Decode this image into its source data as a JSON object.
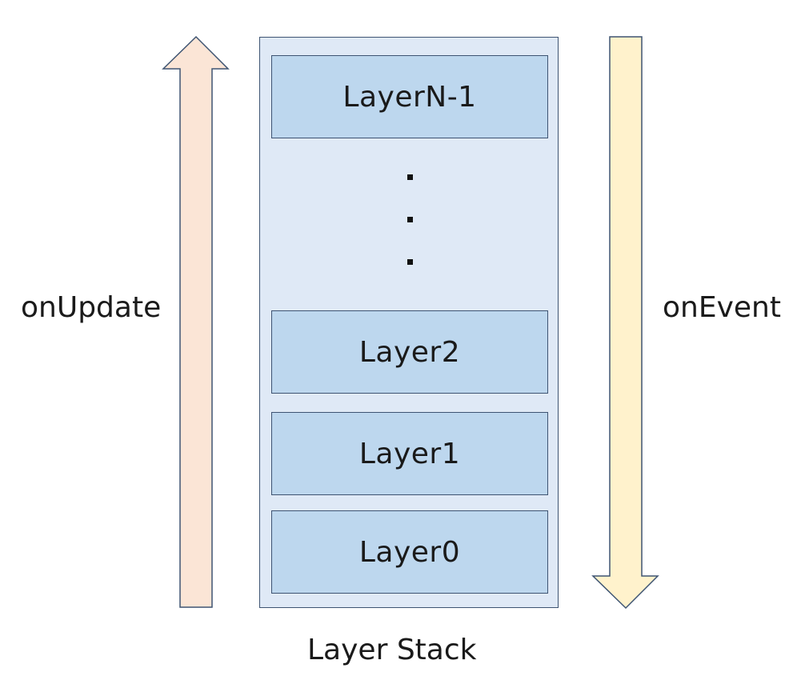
{
  "diagram": {
    "left_arrow_label": "onUpdate",
    "right_arrow_label": "onEvent",
    "stack_caption": "Layer Stack",
    "layers": {
      "top": "LayerN-1",
      "l2": "Layer2",
      "l1": "Layer1",
      "l0": "Layer0"
    },
    "colors": {
      "update_arrow_fill": "#fbe5d6",
      "event_arrow_fill": "#fff2cc",
      "stack_fill": "#dfe9f6",
      "layer_fill": "#bdd7ee",
      "outline": "#3e5472"
    }
  }
}
